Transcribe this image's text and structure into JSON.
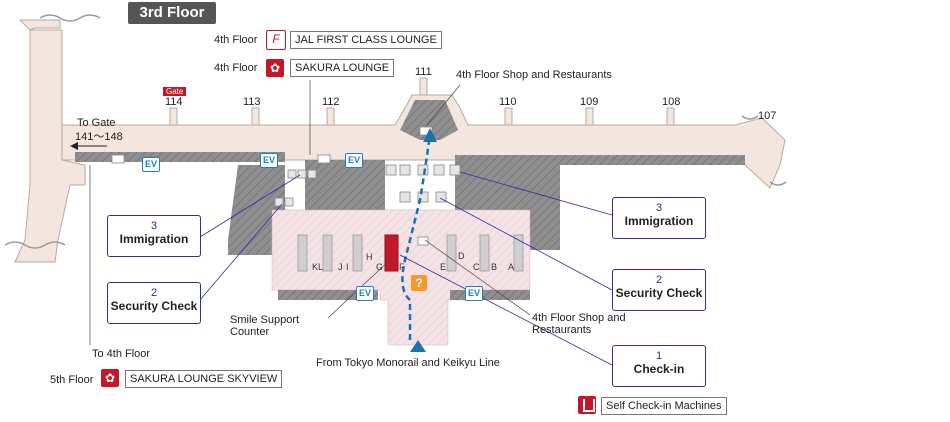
{
  "floor_title": "3rd Floor",
  "gates": [
    "114",
    "113",
    "112",
    "111",
    "110",
    "109",
    "108",
    "107"
  ],
  "gate_badge": "Gate",
  "to_gate": {
    "line1": "To Gate",
    "line2": "141～148"
  },
  "lounges": {
    "jal_floor": "4th Floor",
    "jal_name": "JAL FIRST CLASS LOUNGE",
    "sakura_floor": "4th Floor",
    "sakura_name": "SAKURA LOUNGE",
    "skyview_floor": "5th Floor",
    "skyview_name": "SAKURA LOUNGE SKYVIEW"
  },
  "labels": {
    "shop_top": "4th Floor Shop and Restaurants",
    "shop_bottom_1": "4th Floor Shop and",
    "shop_bottom_2": "Restaurants",
    "smile_1": "Smile Support",
    "smile_2": "Counter",
    "to_4th": "To 4th Floor",
    "from_monorail": "From Tokyo Monorail and Keikyu Line",
    "self_checkin": "Self Check-in Machines"
  },
  "ev_label": "EV",
  "help_label": "?",
  "counter_letters": [
    "K",
    "L",
    "J",
    "I",
    "H",
    "G",
    "F",
    "E",
    "D",
    "C",
    "B",
    "A"
  ],
  "callouts": {
    "immigration_left": {
      "num": "3",
      "name": "Immigration"
    },
    "security_left": {
      "num": "2",
      "name": "Security Check"
    },
    "immigration_right": {
      "num": "3",
      "name": "Immigration"
    },
    "security_right": {
      "num": "2",
      "name": "Security Check"
    },
    "checkin": {
      "num": "1",
      "name": "Check-in"
    }
  },
  "colors": {
    "corridor": "#f4e9e3",
    "restricted": "#8c8c8c",
    "checkin_hall": "#f3dfe2",
    "route_arrow": "#1a73a8",
    "callout_border": "#2b2f9b",
    "accent_red": "#c4182a",
    "ev_blue": "#1f7fc4",
    "help_orange": "#f39a2a"
  }
}
